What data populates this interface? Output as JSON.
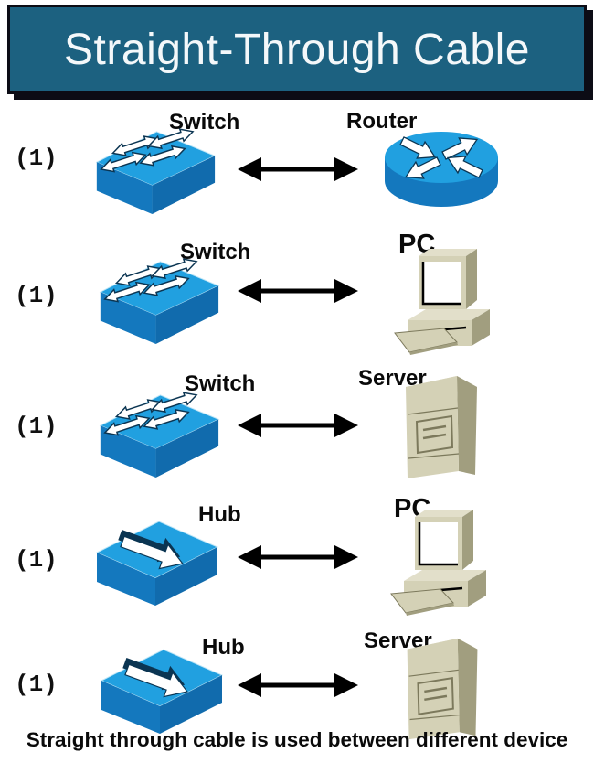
{
  "title": "Straight-Through Cable",
  "caption": "Straight through cable is used between different device",
  "rows": [
    {
      "index": "(1)",
      "left": {
        "type": "switch",
        "label": "Switch"
      },
      "right": {
        "type": "router",
        "label": "Router"
      }
    },
    {
      "index": "(1)",
      "left": {
        "type": "switch",
        "label": "Switch"
      },
      "right": {
        "type": "pc",
        "label": "PC"
      }
    },
    {
      "index": "(1)",
      "left": {
        "type": "switch",
        "label": "Switch"
      },
      "right": {
        "type": "server",
        "label": "Server"
      }
    },
    {
      "index": "(1)",
      "left": {
        "type": "hub",
        "label": "Hub"
      },
      "right": {
        "type": "pc",
        "label": "PC"
      }
    },
    {
      "index": "(1)",
      "left": {
        "type": "hub",
        "label": "Hub"
      },
      "right": {
        "type": "server",
        "label": "Server"
      }
    }
  ],
  "colors": {
    "banner_bg": "#1c6180",
    "banner_border": "#0c0c15",
    "banner_text": "#f4f8fa",
    "blue_top": "#21a0e0",
    "blue_left": "#1478be",
    "blue_right": "#116bad",
    "blue_edge": "#bfe6f7",
    "arrow_white": "#ffffff",
    "arrow_outline": "#0b3552",
    "beige_front": "#d4d1b6",
    "beige_top": "#e2dfca",
    "beige_side": "#a19e7f",
    "beige_line": "#7c795c",
    "ink": "#000000"
  }
}
